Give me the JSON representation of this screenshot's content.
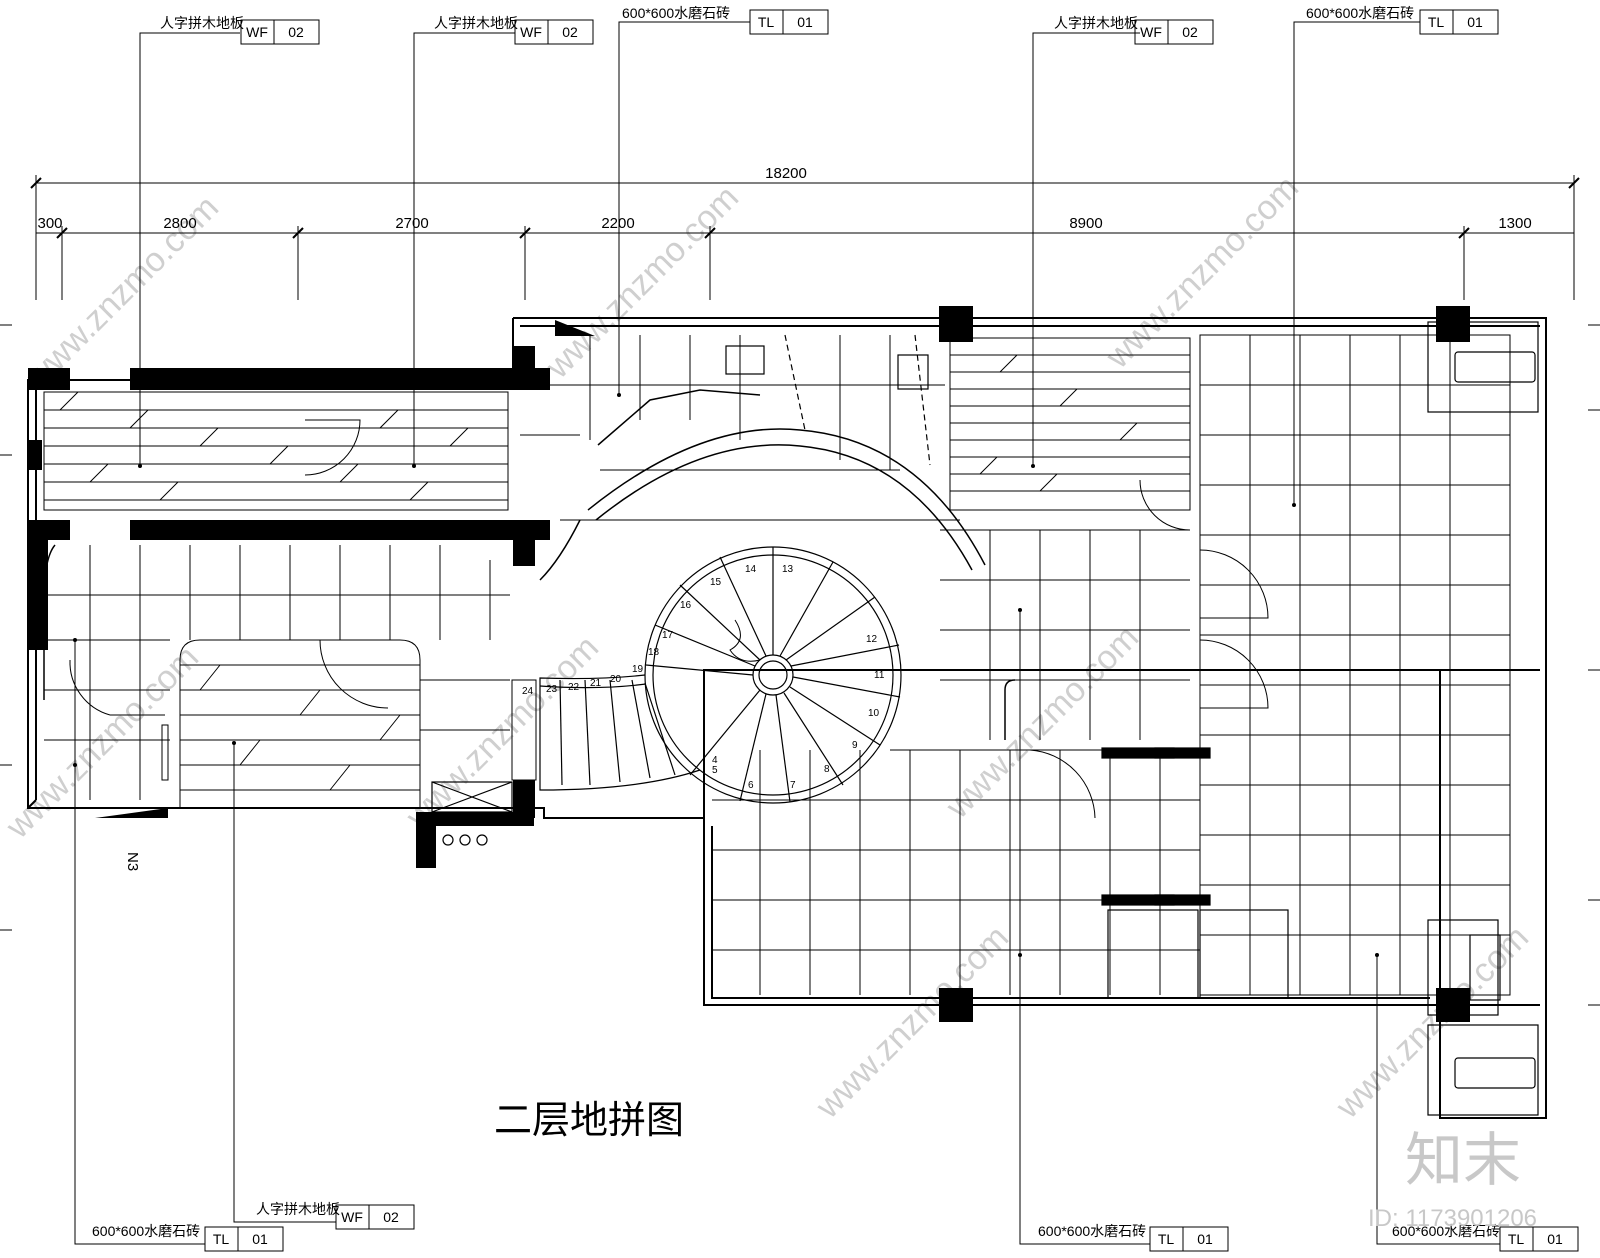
{
  "drawing": {
    "title": "二层地拼图",
    "overall_dimension": "18200",
    "segment_dimensions": [
      "300",
      "2800",
      "2700",
      "2200",
      "8900",
      "1300"
    ],
    "section_mark": "N3"
  },
  "material_tags_top": [
    {
      "label": "人字拼木地板",
      "code": "WF",
      "num": "02"
    },
    {
      "label": "人字拼木地板",
      "code": "WF",
      "num": "02"
    },
    {
      "label": "600*600水磨石砖",
      "code": "TL",
      "num": "01"
    },
    {
      "label": "人字拼木地板",
      "code": "WF",
      "num": "02"
    },
    {
      "label": "600*600水磨石砖",
      "code": "TL",
      "num": "01"
    }
  ],
  "material_tags_bottom": [
    {
      "label": "人字拼木地板",
      "code": "WF",
      "num": "02"
    },
    {
      "label": "600*600水磨石砖",
      "code": "TL",
      "num": "01"
    },
    {
      "label": "600*600水磨石砖",
      "code": "TL",
      "num": "01"
    },
    {
      "label": "600*600水磨石砖",
      "code": "TL",
      "num": "01"
    }
  ],
  "stair_step_numbers": [
    "4",
    "5",
    "6",
    "7",
    "8",
    "9",
    "10",
    "11",
    "12",
    "13",
    "14",
    "15",
    "16",
    "17",
    "18",
    "19",
    "20",
    "21",
    "22",
    "23",
    "24"
  ],
  "watermark": {
    "text": "www.znzmo.com",
    "brand_cn": "知末",
    "id_text": "ID: 1173901206"
  },
  "colors": {
    "line": "#000000",
    "watermark": "#cfcfcf",
    "background": "#ffffff"
  }
}
